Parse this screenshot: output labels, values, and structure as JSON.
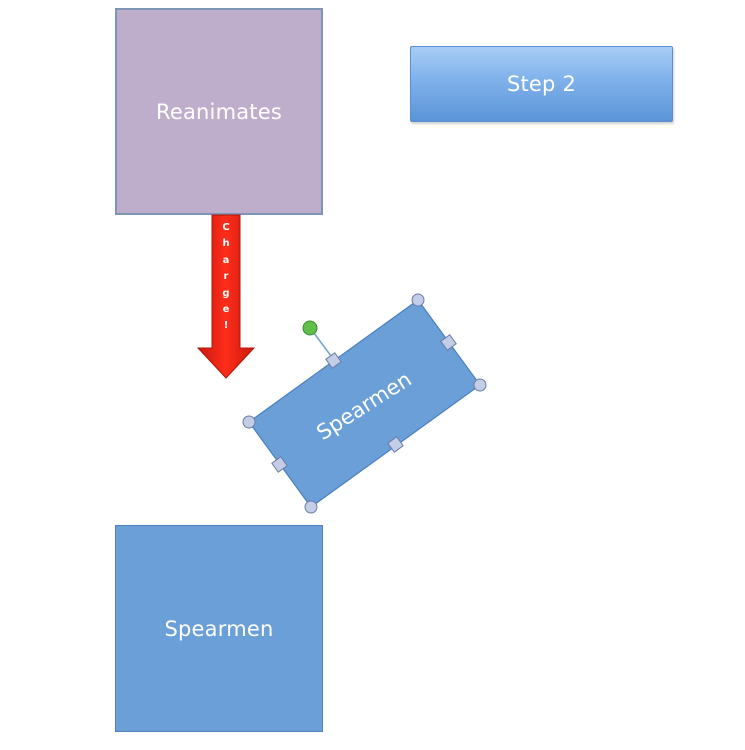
{
  "diagram": {
    "reanimates": {
      "label": "Reanimates",
      "fill": "#bfaecb"
    },
    "step": {
      "label": "Step 2",
      "fill": "#7fb1ea"
    },
    "spearmen_bottom": {
      "label": "Spearmen",
      "fill": "#6b9fd8"
    },
    "spearmen_rotated": {
      "label": "Spearmen",
      "fill": "#6a9fd8",
      "rotation_deg": -32.5
    },
    "arrow": {
      "letters": [
        "C",
        "h",
        "a",
        "r",
        "g",
        "e",
        "!"
      ],
      "fill": "#ff2a17",
      "direction": "down"
    },
    "selection": {
      "handle_color": "#aeb9d9",
      "rotate_handle_color": "#5fbf4a"
    }
  }
}
